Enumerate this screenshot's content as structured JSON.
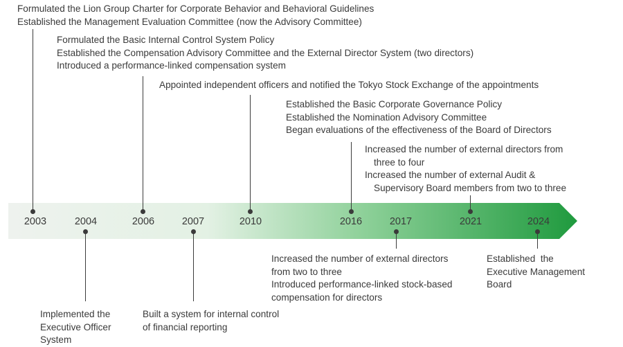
{
  "timeline": {
    "arrow_start_color": "#eef2ee",
    "arrow_end_color": "#1f9a3e",
    "years": [
      "2003",
      "2004",
      "2006",
      "2007",
      "2010",
      "2016",
      "2017",
      "2021",
      "2024"
    ],
    "events": {
      "y2003": [
        "Formulated the Lion Group Charter for Corporate Behavior and Behavioral Guidelines",
        "Established the Management Evaluation Committee (now the Advisory Committee)"
      ],
      "y2006": [
        "Formulated the Basic Internal Control System Policy",
        "Established the Compensation Advisory Committee and the External Director System (two directors)",
        "Introduced a performance-linked compensation system"
      ],
      "y2010": [
        "Appointed independent officers and notified the Tokyo Stock Exchange of the appointments"
      ],
      "y2016": [
        "Established the Basic Corporate Governance Policy",
        "Established the Nomination Advisory Committee",
        "Began evaluations of the effectiveness of the Board of Directors"
      ],
      "y2021": [
        "Increased the number of external directors from",
        "three to four",
        "Increased the number of external Audit &",
        "Supervisory Board members from two to three"
      ],
      "y2004": [
        "Implemented the",
        "Executive Officer",
        "System"
      ],
      "y2007": [
        "Built a system for internal control",
        "of financial reporting"
      ],
      "y2017": [
        "Increased the number of external directors",
        "from two to three",
        "Introduced performance-linked stock-based",
        "compensation for directors"
      ],
      "y2024": [
        "Established  the",
        "Executive Management",
        "Board"
      ]
    }
  }
}
